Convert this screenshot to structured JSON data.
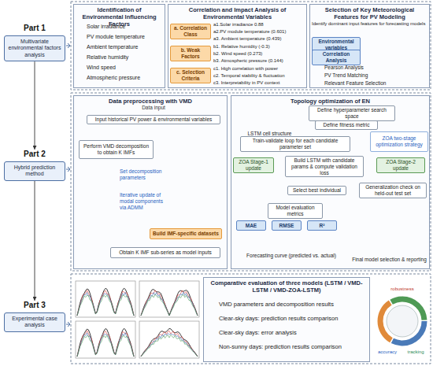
{
  "diagram": {
    "nodes": [
      {
        "text": [
          "Part 1",
          "Multivariate environmental factors analysis"
        ]
      },
      {
        "text": [
          "Part 2",
          "Hybrid prediction method"
        ]
      },
      {
        "text": [
          "Part 3",
          "Experimental case analysis"
        ]
      },
      {
        "text": [
          "Identification of Environmental Influencing Factors"
        ]
      },
      {
        "text": [
          "Correlation and Impact Analysis of Environmental Variables"
        ]
      },
      {
        "text": [
          "a. Correlation Class"
        ],
        "in": 4
      },
      {
        "text": [
          "b. Weak Factors"
        ],
        "in": 4
      },
      {
        "text": [
          "c. Selection Criteria"
        ],
        "in": 4
      },
      {
        "text": [
          "Selection of Key Meteorological Features for PV Modeling"
        ]
      },
      {
        "text": [
          "Environmental variables"
        ],
        "in": 8
      },
      {
        "text": [
          "Correlation Analysis"
        ],
        "in": 8
      },
      {
        "text": [
          "Data preprocessing with VMD"
        ]
      },
      {
        "text": [
          "Input historical PV power & environmental variables"
        ],
        "in": 11
      },
      {
        "text": [
          "Perform VMD decomposition to obtain K IMFs"
        ],
        "in": 11
      },
      {
        "text": [
          "Build IMF-specific datasets"
        ],
        "in": 11
      },
      {
        "text": [
          "Obtain K IMF sub-series as model inputs"
        ],
        "in": 11
      },
      {
        "text": [
          "Topology optimization of EN"
        ]
      },
      {
        "text": [
          "Define hyperparameter search space"
        ],
        "in": 16
      },
      {
        "text": [
          "Define fitness metric"
        ],
        "in": 16
      },
      {
        "text": [
          "ZOA two-stage optimization strategy"
        ],
        "in": 16
      },
      {
        "text": [
          "Train-validate loop for each candidate parameter set"
        ],
        "in": 16
      },
      {
        "text": [
          "ZOA Stage-1 update"
        ],
        "in": 16
      },
      {
        "text": [
          "Build LSTM with candidate params & compute validation loss"
        ],
        "in": 16
      },
      {
        "text": [
          "ZOA Stage-2 update"
        ],
        "in": 16
      },
      {
        "text": [
          "Select best individual"
        ],
        "in": 16
      },
      {
        "text": [
          "Generalization check on held-out test set"
        ],
        "in": 16
      },
      {
        "text": [
          "Model evaluation metrics"
        ],
        "in": 16
      },
      {
        "text": [
          "MAE"
        ],
        "in": 16
      },
      {
        "text": [
          "RMSE"
        ],
        "in": 16
      },
      {
        "text": [
          "R²"
        ],
        "in": 16
      },
      {
        "text": [
          "Comparative evaluation of three models (LSTM / VMD-LSTM / VMD-ZOA-LSTM)"
        ]
      }
    ],
    "edges": [
      {
        "from": 0,
        "to": 1,
        "arrow": "to"
      },
      {
        "from": 1,
        "to": 2,
        "arrow": "to"
      },
      {
        "from": 12,
        "to": 13,
        "arrow": "to"
      },
      {
        "from": 13,
        "to": 14,
        "arrow": "to"
      },
      {
        "from": 14,
        "to": 15,
        "arrow": "to"
      },
      {
        "from": 17,
        "to": 18,
        "arrow": "to"
      },
      {
        "from": 18,
        "to": 19,
        "arrow": "to"
      },
      {
        "from": 19,
        "to": 20,
        "arrow": "to"
      },
      {
        "from": 20,
        "to": 22,
        "arrow": "to"
      },
      {
        "from": 21,
        "to": 22,
        "arrow": "to"
      },
      {
        "from": 23,
        "to": 22,
        "arrow": "to"
      },
      {
        "from": 22,
        "to": 24,
        "arrow": "to"
      },
      {
        "from": 24,
        "to": 25,
        "arrow": "to"
      },
      {
        "from": 25,
        "to": 26,
        "arrow": "to"
      },
      {
        "from": 26,
        "to": 27,
        "arrow": "to"
      },
      {
        "from": 26,
        "to": 28,
        "arrow": "to"
      },
      {
        "from": 26,
        "to": 29,
        "arrow": "to"
      }
    ],
    "labels": [
      "Solar irradiance",
      "PV module temperature",
      "Ambient temperature",
      "Relative humidity",
      "Wind speed",
      "Atmospheric pressure",
      "a1.Solar irradiance 0.88",
      "a2.PV module temperature (0.601)",
      "a3. Ambient temperature (0.439)",
      "b1. Relative humidity (-0.3)",
      "b2. Wind speed (0.273)",
      "b3. Atmospheric pressure (0.144)",
      "c1. High correlation with power",
      "c2. Temporal stability & fluctuation",
      "c3. Interpretability in PV context",
      "Identify dominant input features for forecasting models",
      "Pearson Analysis",
      "PV Trend Matching",
      "Relevant Feature Selection",
      "Data input",
      "Set decomposition parameters",
      "Iterative update of modal components via ADMM",
      "LSTM cell structure",
      "Forecasting curve (predicted vs. actual)",
      "Final model selection & reporting",
      "VMD parameters and decomposition results",
      "Clear-sky days: prediction results comparison",
      "Clear-sky days: error analysis",
      "Non-sunny days: prediction results comparison",
      "accuracy",
      "robustness",
      "tracking"
    ]
  }
}
